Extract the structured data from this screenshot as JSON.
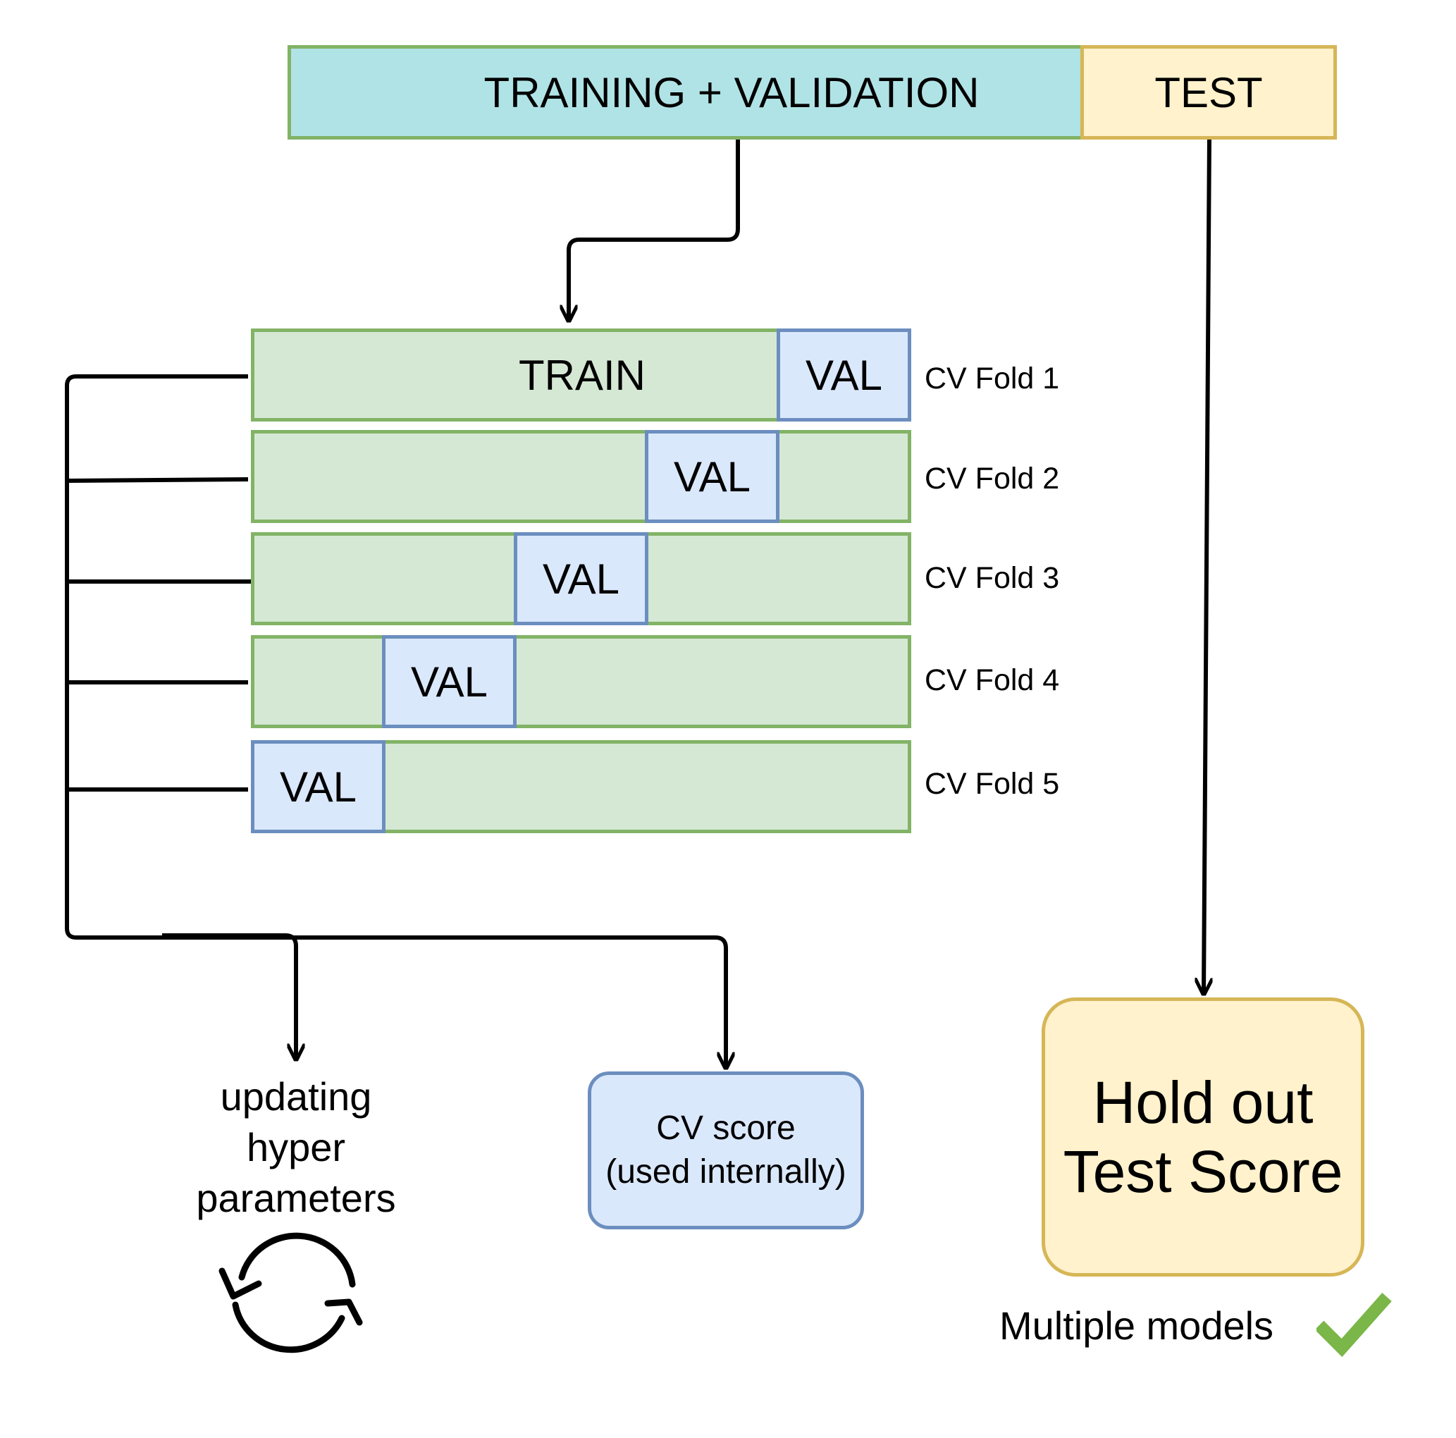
{
  "header": {
    "training_validation": "TRAINING + VALIDATION",
    "test": "TEST"
  },
  "folds": [
    {
      "train_label": "TRAIN",
      "val_label": "VAL",
      "label": "CV Fold 1"
    },
    {
      "val_label": "VAL",
      "label": "CV Fold 2"
    },
    {
      "val_label": "VAL",
      "label": "CV Fold 3"
    },
    {
      "val_label": "VAL",
      "label": "CV Fold 4"
    },
    {
      "val_label": "VAL",
      "label": "CV Fold 5"
    }
  ],
  "outputs": {
    "hyper_line1": "updating",
    "hyper_line2": "hyper",
    "hyper_line3": "parameters",
    "cv_score_line1": "CV score",
    "cv_score_line2": "(used internally)",
    "holdout_line1": "Hold out",
    "holdout_line2": "Test Score",
    "multiple_models": "Multiple models"
  },
  "icons": {
    "refresh": "refresh-cycle-icon",
    "check": "checkmark-icon"
  },
  "colors": {
    "training_fill": "#b0e3e6",
    "test_fill": "#fff2cc",
    "fold_fill": "#d5e8d4",
    "val_fill": "#dae8fc",
    "green_border": "#82b366",
    "blue_border": "#6c8ebf",
    "yellow_border": "#d6b656",
    "check": "#7ab648"
  }
}
